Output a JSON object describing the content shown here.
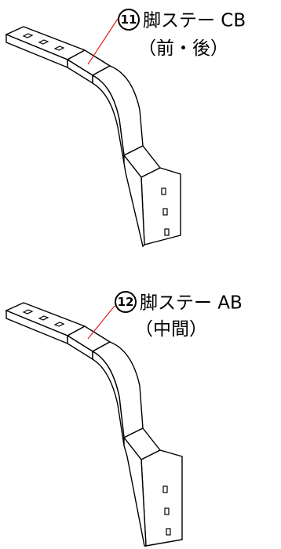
{
  "parts": [
    {
      "number": "11",
      "name": "脚ステー CB",
      "position": "（前・後）"
    },
    {
      "number": "12",
      "name": "脚ステー AB",
      "position": "（中間）"
    }
  ],
  "colors": {
    "line": "#000000",
    "leader": "#e02020",
    "background": "#ffffff"
  }
}
